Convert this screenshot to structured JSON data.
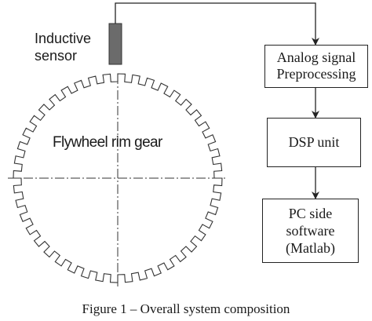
{
  "diagram": {
    "sensor_label": [
      "Inductive",
      "sensor"
    ],
    "gear_label": "Flywheel rim gear",
    "gear_teeth": 44,
    "blocks": [
      {
        "id": "analog",
        "lines": [
          "Analog signal",
          "Preprocessing"
        ]
      },
      {
        "id": "dsp",
        "lines": [
          "DSP unit"
        ]
      },
      {
        "id": "pc",
        "lines": [
          "PC side",
          "software",
          "(Matlab)"
        ]
      }
    ],
    "caption": "Figure 1 – Overall system composition"
  },
  "colors": {
    "line": "#222222",
    "sensor": "#6b6b6b"
  }
}
